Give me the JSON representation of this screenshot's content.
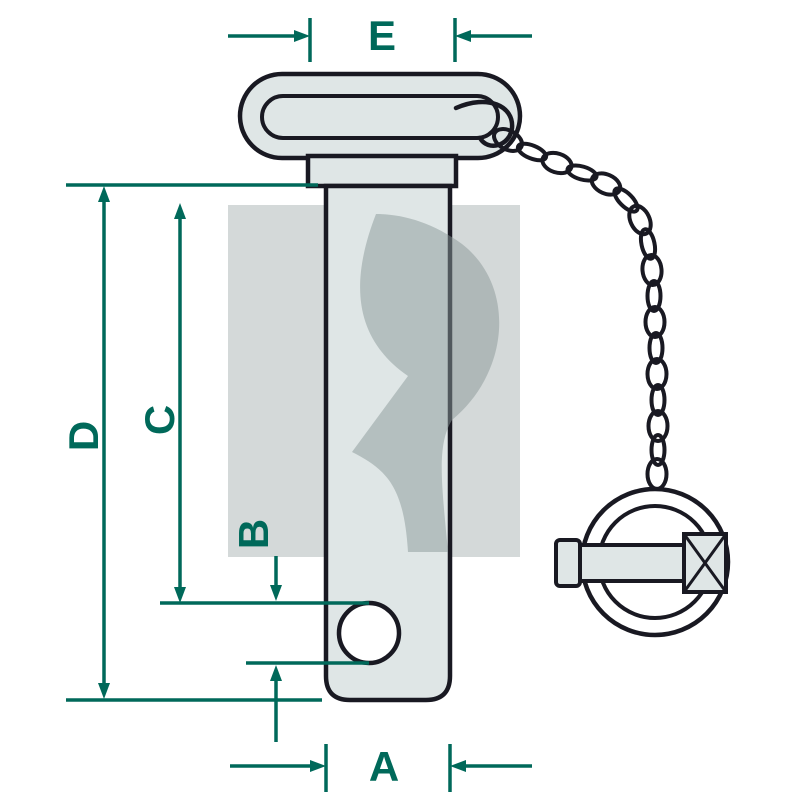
{
  "diagram": {
    "type": "technical-drawing",
    "subject": "top-link pin with handle, securing chain and linch pin",
    "labels": {
      "E": "E",
      "D": "D",
      "C": "C",
      "B": "B",
      "A": "A"
    },
    "colors": {
      "dimension": "#00695a",
      "outline": "#191922",
      "metal": "#dfe6e6",
      "watermark_square": "#d4d9d9",
      "watermark_mark": "#8a9797",
      "background": "#ffffff"
    }
  }
}
